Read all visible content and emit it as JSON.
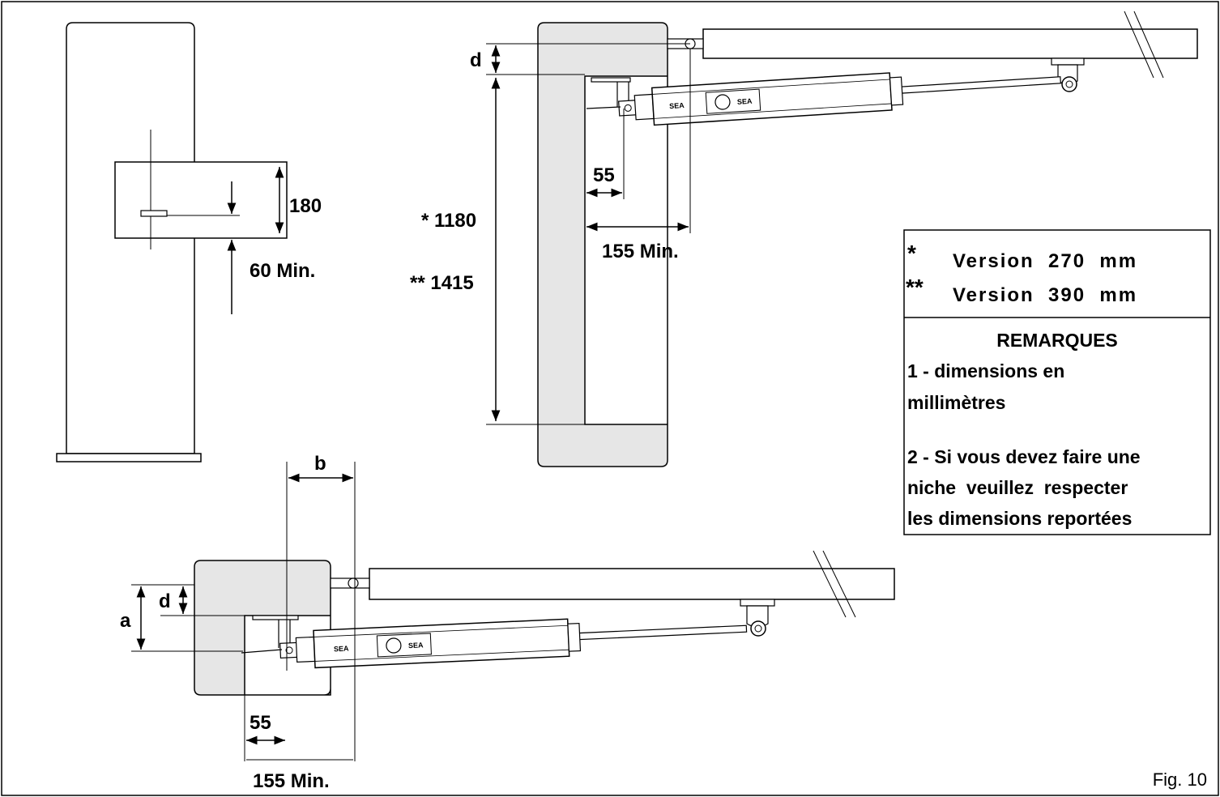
{
  "figure_label": "Fig. 10",
  "front_view": {
    "dim_height": "180",
    "dim_offset": "60 Min."
  },
  "top_view": {
    "dim_d": "d",
    "dim_55": "55",
    "dim_155": "155 Min.",
    "dim_1180": "* 1180",
    "dim_1415": "** 1415",
    "brand": "SEA"
  },
  "bottom_view": {
    "dim_a": "a",
    "dim_d": "d",
    "dim_b": "b",
    "dim_55": "55",
    "dim_155": "155 Min.",
    "brand": "SEA"
  },
  "legend": {
    "v1_marker": "*",
    "v1_text": "Version  270  mm",
    "v2_marker": "**",
    "v2_text": "Version  390  mm",
    "notes_title": "REMARQUES",
    "note1_line1": "1 - dimensions en",
    "note1_line2": "millimètres",
    "note2_line1": "2 - Si vous devez faire une",
    "note2_line2": "niche  veuillez  respecter",
    "note2_line3": "les dimensions reportées"
  },
  "colors": {
    "pillar_fill": "#e6e6e6",
    "line": "#000000"
  }
}
